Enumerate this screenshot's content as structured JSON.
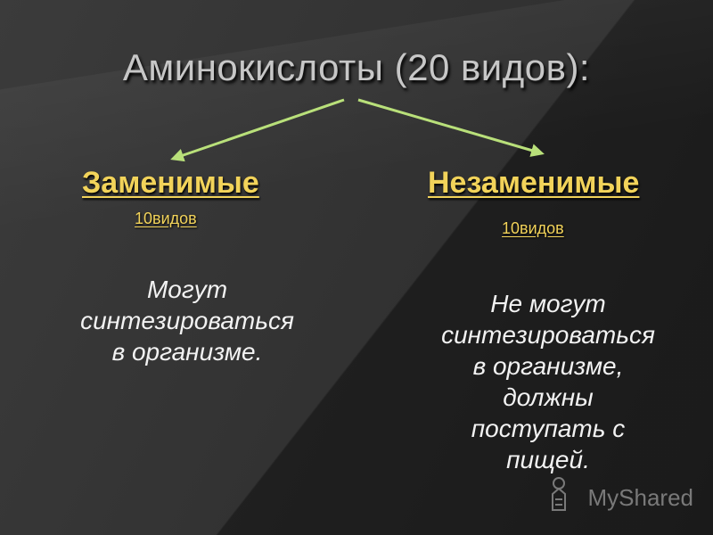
{
  "slide": {
    "title": "Аминокислоты (20 видов):",
    "left": {
      "heading": "Заменимые",
      "count": "10видов",
      "description_lines": [
        "Могут",
        "синтезироваться",
        "в организме."
      ]
    },
    "right": {
      "heading": "Незаменимые",
      "count": "10видов",
      "description_lines": [
        "Не могут",
        "синтезироваться",
        "в организме,",
        "должны",
        "поступать с",
        "пищей."
      ]
    }
  },
  "watermark": {
    "text": "MyShared",
    "icon": "myshared-logo-icon"
  },
  "colors": {
    "background": "#2b2b2b",
    "heading": "#f2d35a",
    "arrow": "#b9e07a",
    "title": "#c7c7c7",
    "body_text": "#f2f2f2"
  }
}
